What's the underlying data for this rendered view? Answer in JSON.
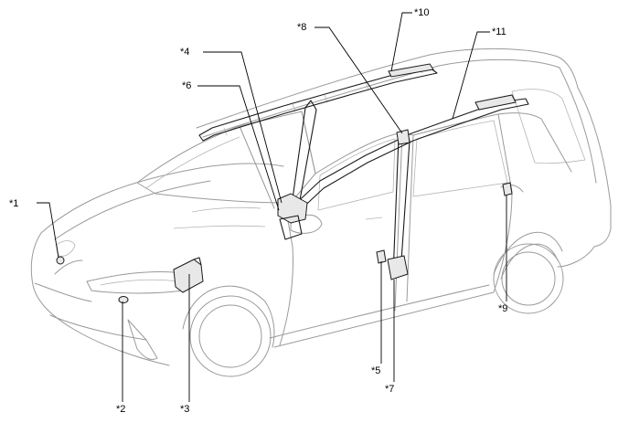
{
  "callouts": {
    "c1": "*1",
    "c2": "*2",
    "c3": "*3",
    "c4": "*4",
    "c5": "*5",
    "c6": "*6",
    "c7": "*7",
    "c8": "*8",
    "c9": "*9",
    "c10": "*10",
    "c11": "*11"
  },
  "colors": {
    "vehicle_outline": "#9a9a9a",
    "component_outline": "#1a1a1a",
    "leader_line": "#000000"
  }
}
